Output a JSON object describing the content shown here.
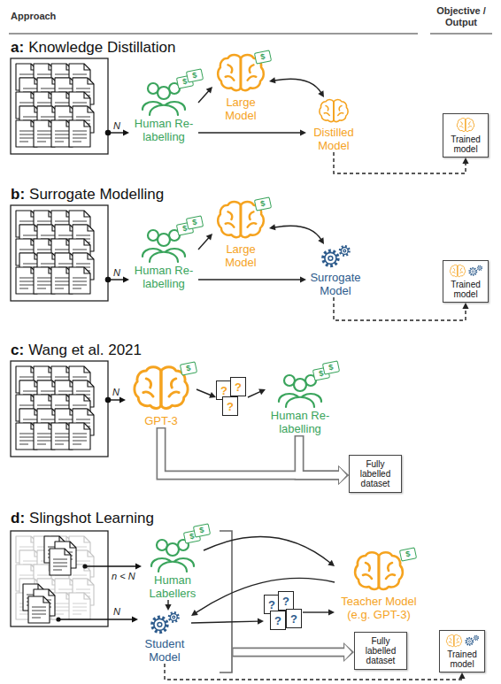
{
  "diagram": {
    "nodes": [
      {
        "text": [
          "Human Re-labelling",
          "$",
          "$"
        ]
      },
      {
        "text": [
          "Large Model",
          "$"
        ]
      },
      {
        "text": [
          "Distilled Model"
        ]
      },
      {
        "text": [
          "Trained model"
        ]
      },
      {
        "text": [
          "Human Re-labelling",
          "$",
          "$"
        ]
      },
      {
        "text": [
          "Large Model",
          "$"
        ]
      },
      {
        "text": [
          "Surrogate Model"
        ]
      },
      {
        "text": [
          "Trained model"
        ]
      },
      {
        "text": [
          "GPT-3",
          "$"
        ]
      },
      {
        "text": [
          "?",
          "?",
          "?"
        ]
      },
      {
        "text": [
          "Human Re-labelling",
          "$",
          "$"
        ]
      },
      {
        "text": [
          "Fully labelled dataset"
        ]
      },
      {
        "text": [
          "Human Labellers",
          "$",
          "$"
        ]
      },
      {
        "text": [
          "Teacher Model (e.g. GPT-3)",
          "$"
        ]
      },
      {
        "text": [
          "?",
          "?",
          "?",
          "?"
        ]
      },
      {
        "text": [
          "Student Model"
        ]
      },
      {
        "text": [
          "Fully labelled dataset"
        ]
      },
      {
        "text": [
          "Trained model"
        ]
      }
    ],
    "edges": [
      {
        "from": 0,
        "to": 1,
        "arrow": "to"
      },
      {
        "from": 0,
        "to": 2,
        "arrow": "to"
      },
      {
        "from": 1,
        "to": 2,
        "arrow": "both"
      },
      {
        "from": 2,
        "to": 3,
        "arrow": "to"
      },
      {
        "from": 4,
        "to": 5,
        "arrow": "to"
      },
      {
        "from": 4,
        "to": 6,
        "arrow": "to"
      },
      {
        "from": 5,
        "to": 6,
        "arrow": "both"
      },
      {
        "from": 6,
        "to": 7,
        "arrow": "to"
      },
      {
        "from": 8,
        "to": 9,
        "arrow": "to"
      },
      {
        "from": 9,
        "to": 10,
        "arrow": "to"
      },
      {
        "from": 8,
        "to": 11,
        "arrow": "to"
      },
      {
        "from": 10,
        "to": 11,
        "arrow": "to"
      },
      {
        "from": 12,
        "to": 13,
        "arrow": "to"
      },
      {
        "from": 12,
        "to": 15,
        "arrow": "to"
      },
      {
        "from": 13,
        "to": 15,
        "arrow": "to"
      },
      {
        "from": 15,
        "to": 14,
        "arrow": "to"
      },
      {
        "from": 14,
        "to": 13,
        "arrow": "to"
      },
      {
        "from": 15,
        "to": 17,
        "arrow": "to"
      }
    ],
    "labels": [
      "Approach",
      "Objective / Output",
      "a:",
      "Knowledge Distillation",
      "N",
      "b:",
      "Surrogate Modelling",
      "N",
      "c:",
      "Wang et al. 2021",
      "N",
      "d:",
      "Slingshot Learning",
      "n < N",
      "N"
    ]
  }
}
